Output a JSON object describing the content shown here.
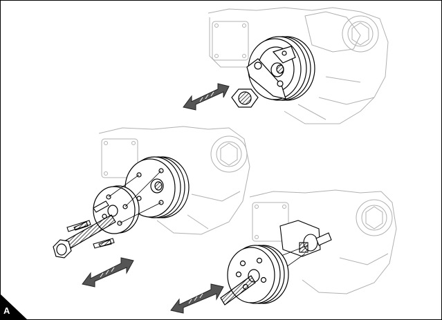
{
  "figure": {
    "label": "A",
    "panels": [
      {
        "id": "top",
        "step": "remove-crankshaft-pulley-nut"
      },
      {
        "id": "middle",
        "step": "install-puller-on-pulley"
      },
      {
        "id": "bottom",
        "step": "pull-off-pulley"
      }
    ],
    "arrow_color": "#555555",
    "line_color": "#000000",
    "faint_color": "#aaaaaa"
  }
}
